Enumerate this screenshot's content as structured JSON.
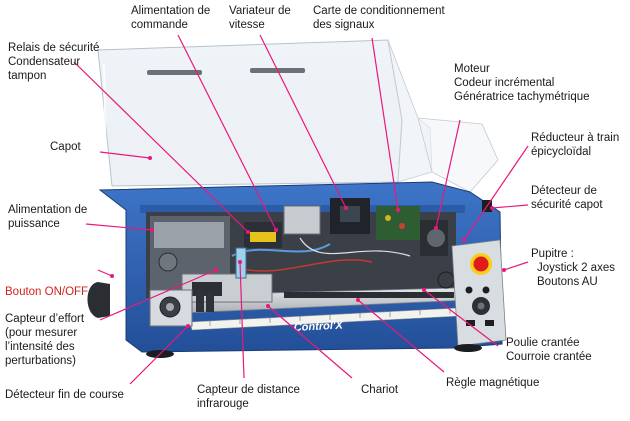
{
  "labels": {
    "alimentation_commande": [
      "Alimentation de",
      "commande"
    ],
    "variateur": [
      "Variateur de",
      "vitesse"
    ],
    "carte": [
      "Carte de conditionnement",
      "des signaux"
    ],
    "relais": [
      "Relais de sécurité",
      "Condensateur",
      "tampon"
    ],
    "moteur": [
      "Moteur",
      "Codeur incrémental",
      "Génératrice tachymétrique"
    ],
    "capot": [
      "Capot"
    ],
    "reducteur": [
      "Réducteur à train",
      "épicycloïdal"
    ],
    "detecteur_capot": [
      "Détecteur de",
      "sécurité capot"
    ],
    "alimentation_puissance": [
      "Alimentation de",
      "puissance"
    ],
    "pupitre": [
      "Pupitre :",
      "Joystick 2 axes",
      "Boutons AU"
    ],
    "bouton_onoff": [
      "Bouton ON/OFF"
    ],
    "capteur_effort": [
      "Capteur d’effort",
      "(pour mesurer",
      "l’intensité des",
      "perturbations)"
    ],
    "poulie": [
      "Poulie crantée",
      "Courroie crantée"
    ],
    "detecteur_fin": [
      "Détecteur fin de course"
    ],
    "capteur_distance": [
      "Capteur de distance",
      "infrarouge"
    ],
    "chariot": [
      "Chariot"
    ],
    "regle": [
      "Règle magnétique"
    ]
  },
  "brand_text": "Control'X",
  "colors": {
    "arrow": "#e8197c",
    "label_red": "#d0231b",
    "frame_blue": "#2f63b4",
    "frame_dark_blue": "#1d4a90",
    "estop_red": "#e11b1b",
    "estop_yellow": "#f6cf16"
  }
}
